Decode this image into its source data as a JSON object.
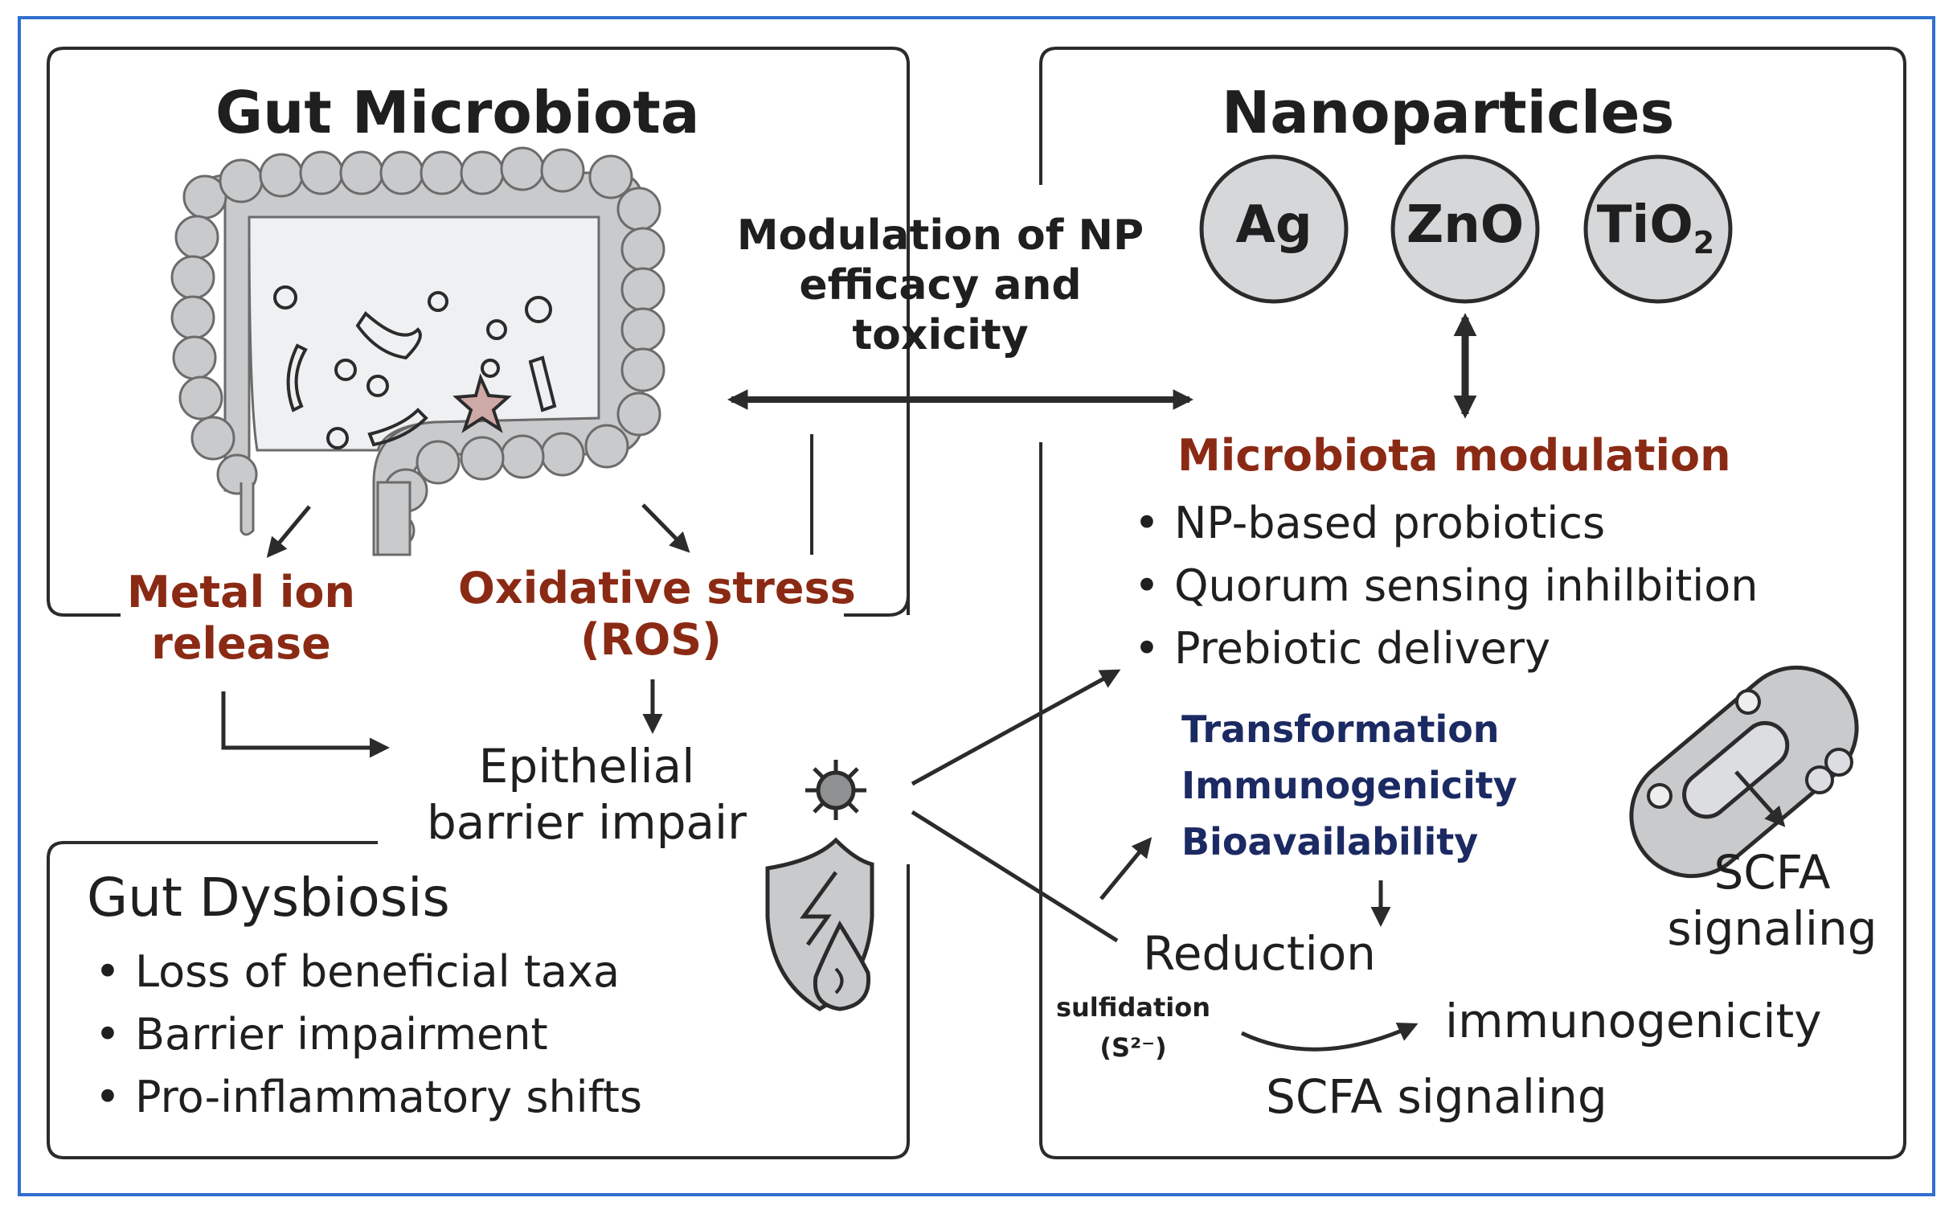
{
  "gut_microbiota": {
    "title": "Gut Microbiota"
  },
  "nanoparticles": {
    "title": "Nanoparticles",
    "items": [
      "Ag",
      "ZnO",
      "TiO",
      "2"
    ]
  },
  "center": {
    "line1": "Modulation of NP",
    "line2": "efficacy and",
    "line3": "toxicity"
  },
  "metal_ion": {
    "line1": "Metal ion",
    "line2": "release"
  },
  "oxidative": {
    "line1": "Oxidative stress",
    "line2": "(ROS)"
  },
  "epithelial": {
    "line1": "Epithelial",
    "line2": "barrier impair"
  },
  "dysbiosis": {
    "title": "Gut Dysbiosis",
    "items": [
      "Loss of beneficial taxa",
      "Barrier impairment",
      "Pro-inflammatory shifts"
    ]
  },
  "microbiota_modulation": {
    "title": "Microbiota modulation",
    "items": [
      "NP-based probiotics",
      "Quorum sensing inhilbition",
      "Prebiotic delivery"
    ]
  },
  "effects": {
    "items": [
      "Transformation",
      "Immunogenicity",
      "Bioavailability"
    ]
  },
  "reduction": "Reduction",
  "sulfidation": {
    "line1": "sulfidation",
    "line2": "(S²⁻)"
  },
  "immunogenicity": "immunogenicity",
  "scfa_bottom": "SCFA signaling",
  "scfa_right": {
    "line1": "SCFA",
    "line2": "signaling"
  },
  "colors": {
    "frame": "#2f6fd0",
    "brown": "#8b2a14",
    "navy": "#1c2a63",
    "gray_fill": "#c9cacc",
    "stroke": "#2b2b2b"
  }
}
